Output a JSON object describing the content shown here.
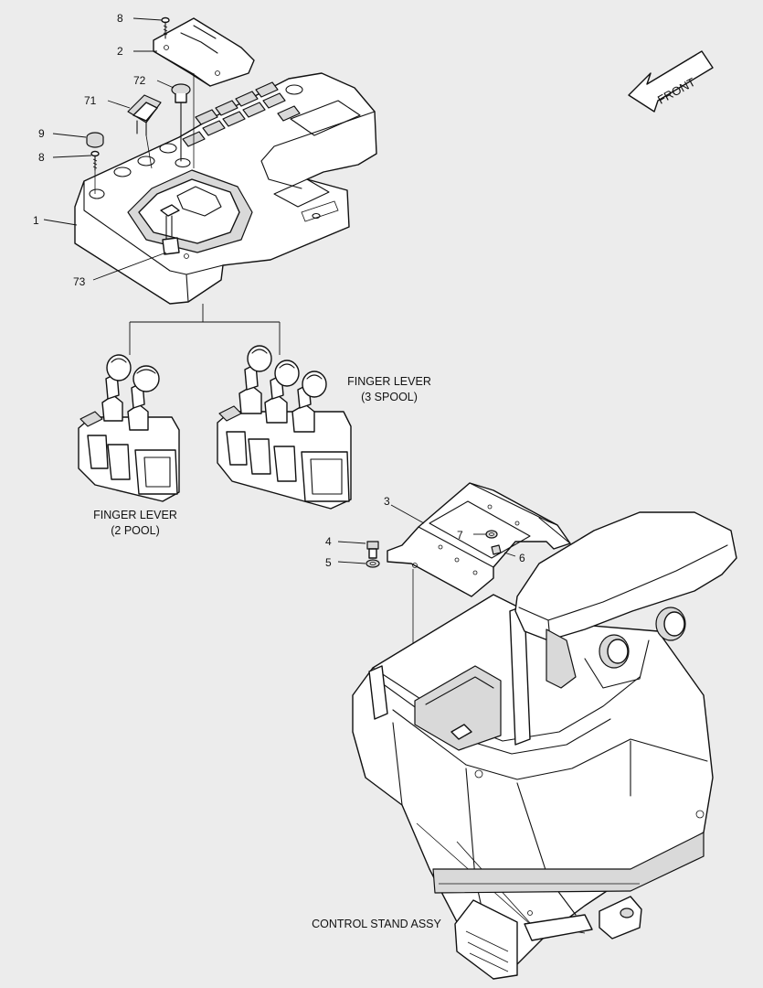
{
  "front_arrow": {
    "label": "FRONT"
  },
  "captions": {
    "finger_lever_3": {
      "line1": "FINGER LEVER",
      "line2": "(3 SPOOL)"
    },
    "finger_lever_2": {
      "line1": "FINGER LEVER",
      "line2": "(2 POOL)"
    },
    "control_stand": "CONTROL STAND ASSY"
  },
  "callouts": {
    "c1": "1",
    "c2": "2",
    "c3": "3",
    "c4": "4",
    "c5": "5",
    "c6": "6",
    "c7": "7",
    "c8a": "8",
    "c8b": "8",
    "c9": "9",
    "c71": "71",
    "c72": "72",
    "c73": "73"
  }
}
